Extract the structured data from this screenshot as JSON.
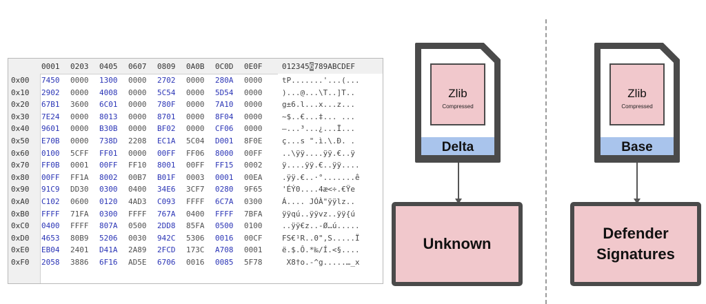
{
  "hex_view": {
    "header": {
      "offset": "",
      "columns": [
        "0001",
        "0203",
        "0405",
        "0607",
        "0809",
        "0A0B",
        "0C0D",
        "0E0F"
      ],
      "ascii": "0123456789ABCDEF",
      "ascii_highlight_index": 6
    },
    "rows": [
      {
        "offset": "0x00",
        "words": [
          "7450",
          "0000",
          "1300",
          "0000",
          "2702",
          "0000",
          "280A",
          "0000"
        ],
        "ascii": "tP.......'...(..."
      },
      {
        "offset": "0x10",
        "words": [
          "2902",
          "0000",
          "4008",
          "0000",
          "5C54",
          "0000",
          "5D54",
          "0000"
        ],
        "ascii": ")...@...\\T..]T.."
      },
      {
        "offset": "0x20",
        "words": [
          "67B1",
          "3600",
          "6C01",
          "0000",
          "780F",
          "0000",
          "7A10",
          "0000"
        ],
        "ascii": "g±6.l...x...z..."
      },
      {
        "offset": "0x30",
        "words": [
          "7E24",
          "0000",
          "8013",
          "0000",
          "8701",
          "0000",
          "8F04",
          "0000"
        ],
        "ascii": "~$..€...‡... ..."
      },
      {
        "offset": "0x40",
        "words": [
          "9601",
          "0000",
          "B30B",
          "0000",
          "BF02",
          "0000",
          "CF06",
          "0000"
        ],
        "ascii": "–...³...¿...Ï..."
      },
      {
        "offset": "0x50",
        "words": [
          "E70B",
          "0000",
          "738D",
          "2208",
          "EC1A",
          "5C04",
          "D001",
          "8F0E"
        ],
        "ascii": "ç...s \".ì.\\.Ð. ."
      },
      {
        "offset": "0x60",
        "words": [
          "0100",
          "5CFF",
          "FF01",
          "0000",
          "00FF",
          "FF06",
          "8000",
          "00FF"
        ],
        "ascii": "..\\ÿÿ....ÿÿ.€..ÿ"
      },
      {
        "offset": "0x70",
        "words": [
          "FF0B",
          "0001",
          "00FF",
          "FF10",
          "8001",
          "00FF",
          "FF15",
          "0002"
        ],
        "ascii": "ÿ....ÿÿ.€..ÿÿ...."
      },
      {
        "offset": "0x80",
        "words": [
          "00FF",
          "FF1A",
          "8002",
          "00B7",
          "B01F",
          "0003",
          "0001",
          "00EA"
        ],
        "ascii": ".ÿÿ.€..·°.......ê"
      },
      {
        "offset": "0x90",
        "words": [
          "91C9",
          "DD30",
          "0300",
          "0400",
          "34E6",
          "3CF7",
          "0280",
          "9F65"
        ],
        "ascii": "'ÉÝ0....4æ<÷.€Ÿe"
      },
      {
        "offset": "0xA0",
        "words": [
          "C102",
          "0600",
          "0120",
          "4AD3",
          "C093",
          "FFFF",
          "6C7A",
          "0300"
        ],
        "ascii": "Á.... JÓÀ\"ÿÿlz.."
      },
      {
        "offset": "0xB0",
        "words": [
          "FFFF",
          "71FA",
          "0300",
          "FFFF",
          "767A",
          "0400",
          "FFFF",
          "7BFA"
        ],
        "ascii": "ÿÿqú..ÿÿvz..ÿÿ{ú"
      },
      {
        "offset": "0xC0",
        "words": [
          "0400",
          "FFFF",
          "807A",
          "0500",
          "2DD8",
          "85FA",
          "0500",
          "0100"
        ],
        "ascii": "..ÿÿ€z..-Ø…ú....."
      },
      {
        "offset": "0xD0",
        "words": [
          "4653",
          "80B9",
          "5206",
          "0030",
          "942C",
          "5306",
          "0016",
          "00CF"
        ],
        "ascii": "FS€¹R..0\",S.....Ï"
      },
      {
        "offset": "0xE0",
        "words": [
          "EB04",
          "2401",
          "D41A",
          "2A89",
          "2FCD",
          "173C",
          "A708",
          "0001"
        ],
        "ascii": "ë.$.Ô.*‰/Í.<§...."
      },
      {
        "offset": "0xF0",
        "words": [
          "2058",
          "3886",
          "6F16",
          "AD5E",
          "6706",
          "0016",
          "0085",
          "5F78"
        ],
        "ascii": " X8†o.-^g.....…_x"
      }
    ]
  },
  "left_flow": {
    "file_inner": "Zlib",
    "file_sub": "Compressed",
    "file_label": "Delta",
    "box_label": "Unknown"
  },
  "right_flow": {
    "file_inner": "Zlib",
    "file_sub": "Compressed",
    "file_label": "Base",
    "box_label_line1": "Defender",
    "box_label_line2": "Signatures"
  },
  "colors": {
    "file_body": "#4a4a4a",
    "file_inner": "#f1c8cc",
    "file_label_bg": "#a9c4ec",
    "box_fill": "#f1c8cc",
    "hex_blue": "#2b35b6",
    "divider": "#9a9a9a"
  }
}
